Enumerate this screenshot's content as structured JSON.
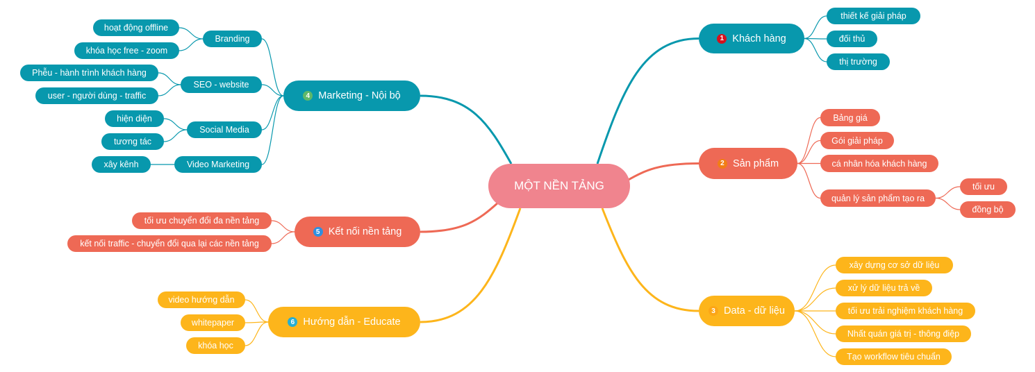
{
  "colors": {
    "root": "#f0848e",
    "teal": "#0898ad",
    "coral": "#ee6955",
    "amber": "#fdb51b",
    "badge_red": "#d4111e",
    "badge_orange": "#f27e16",
    "badge_yellow": "#fca617",
    "badge_green": "#5fb86a",
    "badge_blue": "#2f8fe0",
    "badge_cyan": "#27aed1"
  },
  "root": {
    "label": "MỘT NỀN TẢNG"
  },
  "branches": [
    {
      "id": "khach-hang",
      "badge": "1",
      "label": "Khách hàng",
      "children": [
        {
          "label": "thiết kế giải pháp"
        },
        {
          "label": "đối thủ"
        },
        {
          "label": "thị trường"
        }
      ]
    },
    {
      "id": "san-pham",
      "badge": "2",
      "label": "Sản phẩm",
      "children": [
        {
          "label": "Bảng giá"
        },
        {
          "label": "Gói giải pháp"
        },
        {
          "label": "cá nhân hóa khách hàng"
        },
        {
          "label": "quản lý sản phẩm tạo ra",
          "children": [
            {
              "label": "tối ưu"
            },
            {
              "label": "đồng bộ"
            }
          ]
        }
      ]
    },
    {
      "id": "data",
      "badge": "3",
      "label": "Data - dữ liệu",
      "children": [
        {
          "label": "xây dựng cơ sở dữ liệu"
        },
        {
          "label": "xử lý dữ liệu trả về"
        },
        {
          "label": "tối ưu trải nghiệm khách hàng"
        },
        {
          "label": "Nhất quán giá trị - thông điệp"
        },
        {
          "label": "Tạo workflow tiêu chuẩn"
        }
      ]
    },
    {
      "id": "marketing",
      "badge": "4",
      "label": "Marketing - Nội bộ",
      "children": [
        {
          "label": "Branding",
          "children": [
            {
              "label": "hoạt động offline"
            },
            {
              "label": "khóa học free - zoom"
            }
          ]
        },
        {
          "label": "SEO - website",
          "children": [
            {
              "label": "Phễu - hành trình khách hàng"
            },
            {
              "label": "user - người dùng - traffic"
            }
          ]
        },
        {
          "label": "Social Media",
          "children": [
            {
              "label": "hiện diện"
            },
            {
              "label": "tương tác"
            }
          ]
        },
        {
          "label": "Video Marketing",
          "children": [
            {
              "label": "xây kênh"
            }
          ]
        }
      ]
    },
    {
      "id": "ket-noi",
      "badge": "5",
      "label": "Kết nối nền tảng",
      "children": [
        {
          "label": "tối ưu chuyển đổi đa nền tảng"
        },
        {
          "label": "kết nối traffic - chuyển đổi qua lại các nền tảng"
        }
      ]
    },
    {
      "id": "huong-dan",
      "badge": "6",
      "label": "Hướng dẫn - Educate",
      "children": [
        {
          "label": "video hướng dẫn"
        },
        {
          "label": "whitepaper"
        },
        {
          "label": "khóa học"
        }
      ]
    }
  ]
}
